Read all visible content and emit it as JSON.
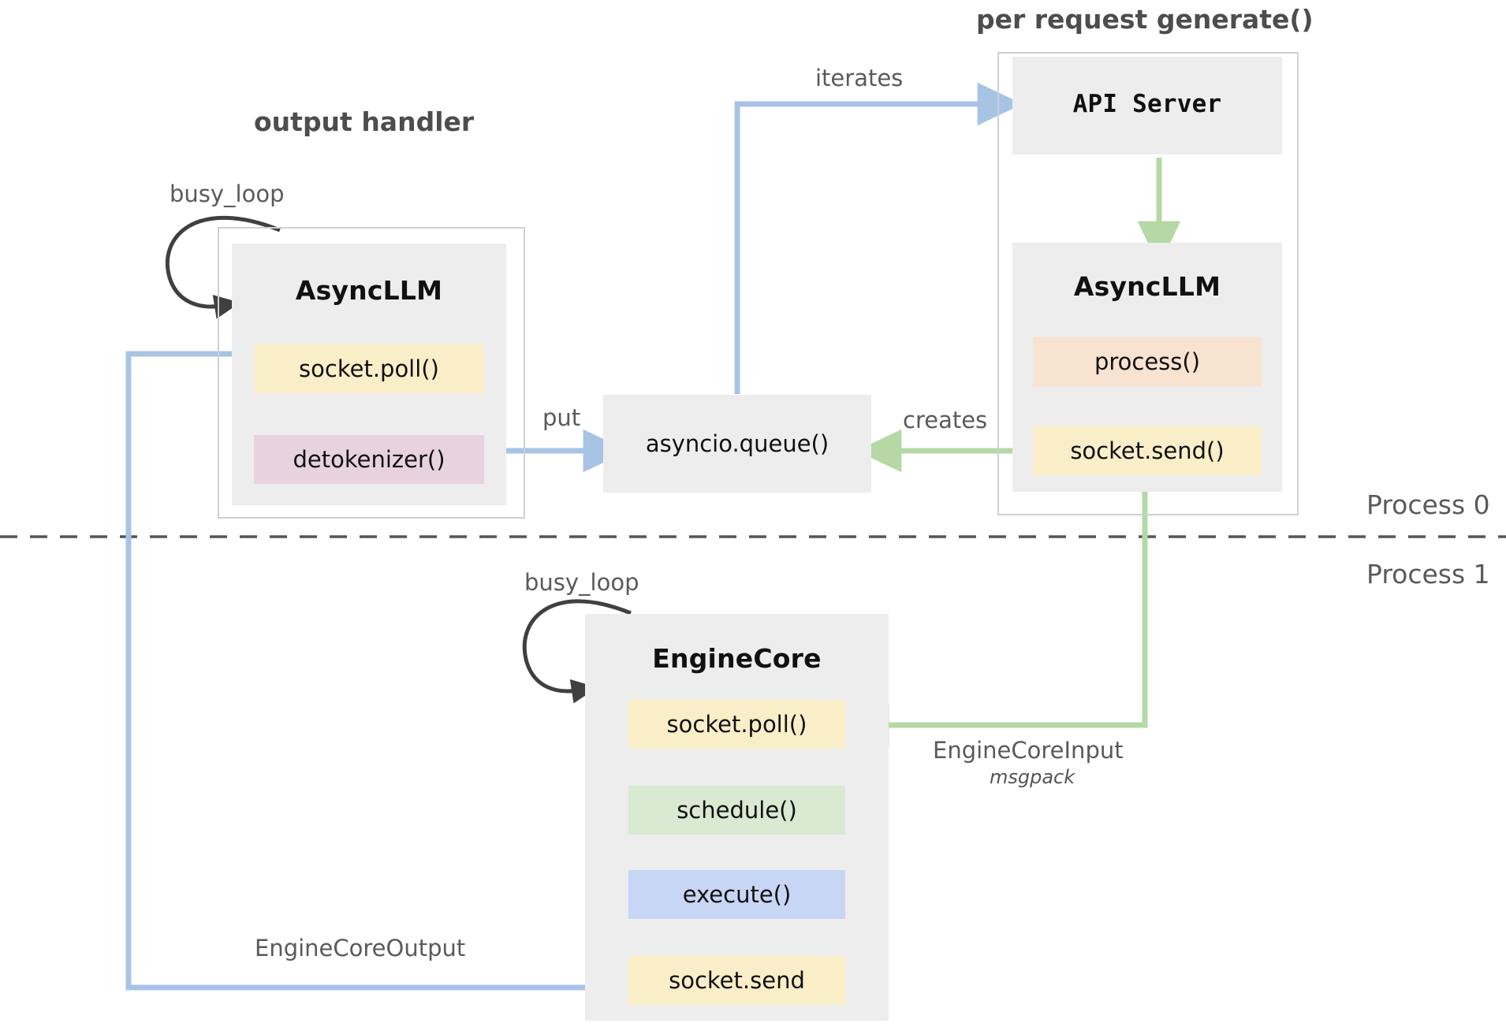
{
  "diagram": {
    "title_left": "output handler",
    "title_right": "per request generate()",
    "process_top": "Process 0",
    "process_bottom": "Process 1"
  },
  "groups": {
    "output_handler": {
      "label": "output handler",
      "component": {
        "title": "AsyncLLM",
        "loop_label": "busy_loop",
        "chips": [
          {
            "label": "socket.poll()",
            "color": "#faeec8"
          },
          {
            "label": "detokenizer()",
            "color": "#e8d2df"
          }
        ]
      }
    },
    "per_request": {
      "label": "per request generate()",
      "components": [
        {
          "title": "API Server",
          "chips": []
        },
        {
          "title": "AsyncLLM",
          "chips": [
            {
              "label": "process()",
              "color": "#f8e2d0"
            },
            {
              "label": "socket.send()",
              "color": "#faeec8"
            }
          ]
        }
      ]
    },
    "engine": {
      "component": {
        "title": "EngineCore",
        "loop_label": "busy_loop",
        "chips": [
          {
            "label": "socket.poll()",
            "color": "#faeec8"
          },
          {
            "label": "schedule()",
            "color": "#d9e9d2"
          },
          {
            "label": "execute()",
            "color": "#c8d6f5"
          },
          {
            "label": "socket.send",
            "color": "#faeec8"
          }
        ]
      }
    }
  },
  "standalone": {
    "queue": {
      "label": "asyncio.queue()"
    }
  },
  "edges": {
    "iterates": "iterates",
    "put": "put",
    "creates": "creates",
    "engine_core_input": "EngineCoreInput",
    "engine_core_input_sub": "msgpack",
    "engine_core_output": "EngineCoreOutput"
  },
  "colors": {
    "blue_arrow": "#a8c4e5",
    "green_arrow": "#b5d8a5",
    "dark_arrow": "#404040",
    "box_grey": "#ededed",
    "frame_grey": "#d0d0d0",
    "chip_yellow": "#faeec8",
    "chip_pink": "#e8d2df",
    "chip_peach": "#f8e2d0",
    "chip_green": "#d9e9d2",
    "chip_blue": "#c8d6f5",
    "text_dark": "#111111",
    "text_grey": "#5a5a5a"
  }
}
